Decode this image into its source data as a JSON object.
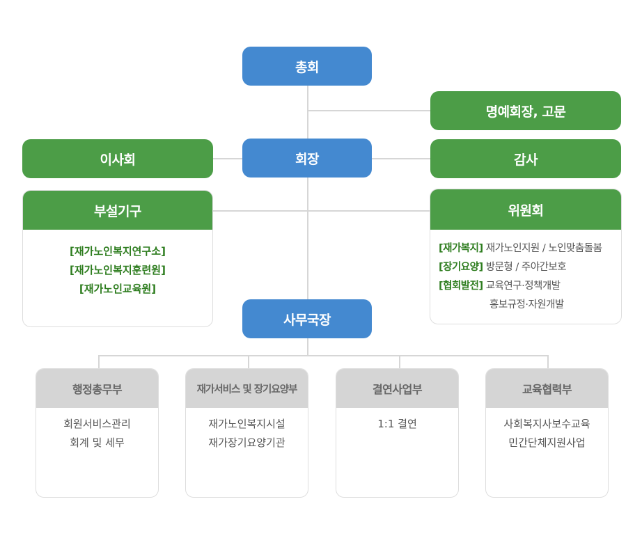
{
  "nodes": {
    "general_assembly": "총회",
    "honorary": "명예회장, 고문",
    "board": "이사회",
    "president": "회장",
    "auditor": "감사",
    "affiliated": {
      "title": "부설기구",
      "items": [
        "[재가노인복지연구소]",
        "[재가노인복지훈련원]",
        "[재가노인교육원]"
      ]
    },
    "committee": {
      "title": "위원회",
      "rows": [
        {
          "tag": "[재가복지]",
          "text": "재가노인지원 / 노인맞춤돌봄"
        },
        {
          "tag": "[장기요양]",
          "text": "방문형 / 주야간보호"
        },
        {
          "tag": "[협회발전]",
          "text": "교육연구·정책개발"
        },
        {
          "tag": "",
          "text": "홍보규정·자원개발"
        }
      ]
    },
    "secretary_general": "사무국장"
  },
  "departments": [
    {
      "title": "행정총무부",
      "items": [
        "회원서비스관리",
        "회계 및 세무"
      ]
    },
    {
      "title": "재가서비스 및 장기요양부",
      "items": [
        "재가노인복지시설",
        "재가장기요양기관"
      ]
    },
    {
      "title": "결연사업부",
      "items": [
        "1:1 결연"
      ]
    },
    {
      "title": "교육협력부",
      "items": [
        "사회복지사보수교육",
        "민간단체지원사업"
      ]
    }
  ],
  "colors": {
    "blue": "#4489d0",
    "green": "#4c9d47",
    "gray_header": "#d5d5d5",
    "connector": "#d6d6d6",
    "tag_green": "#2e7d1f"
  }
}
